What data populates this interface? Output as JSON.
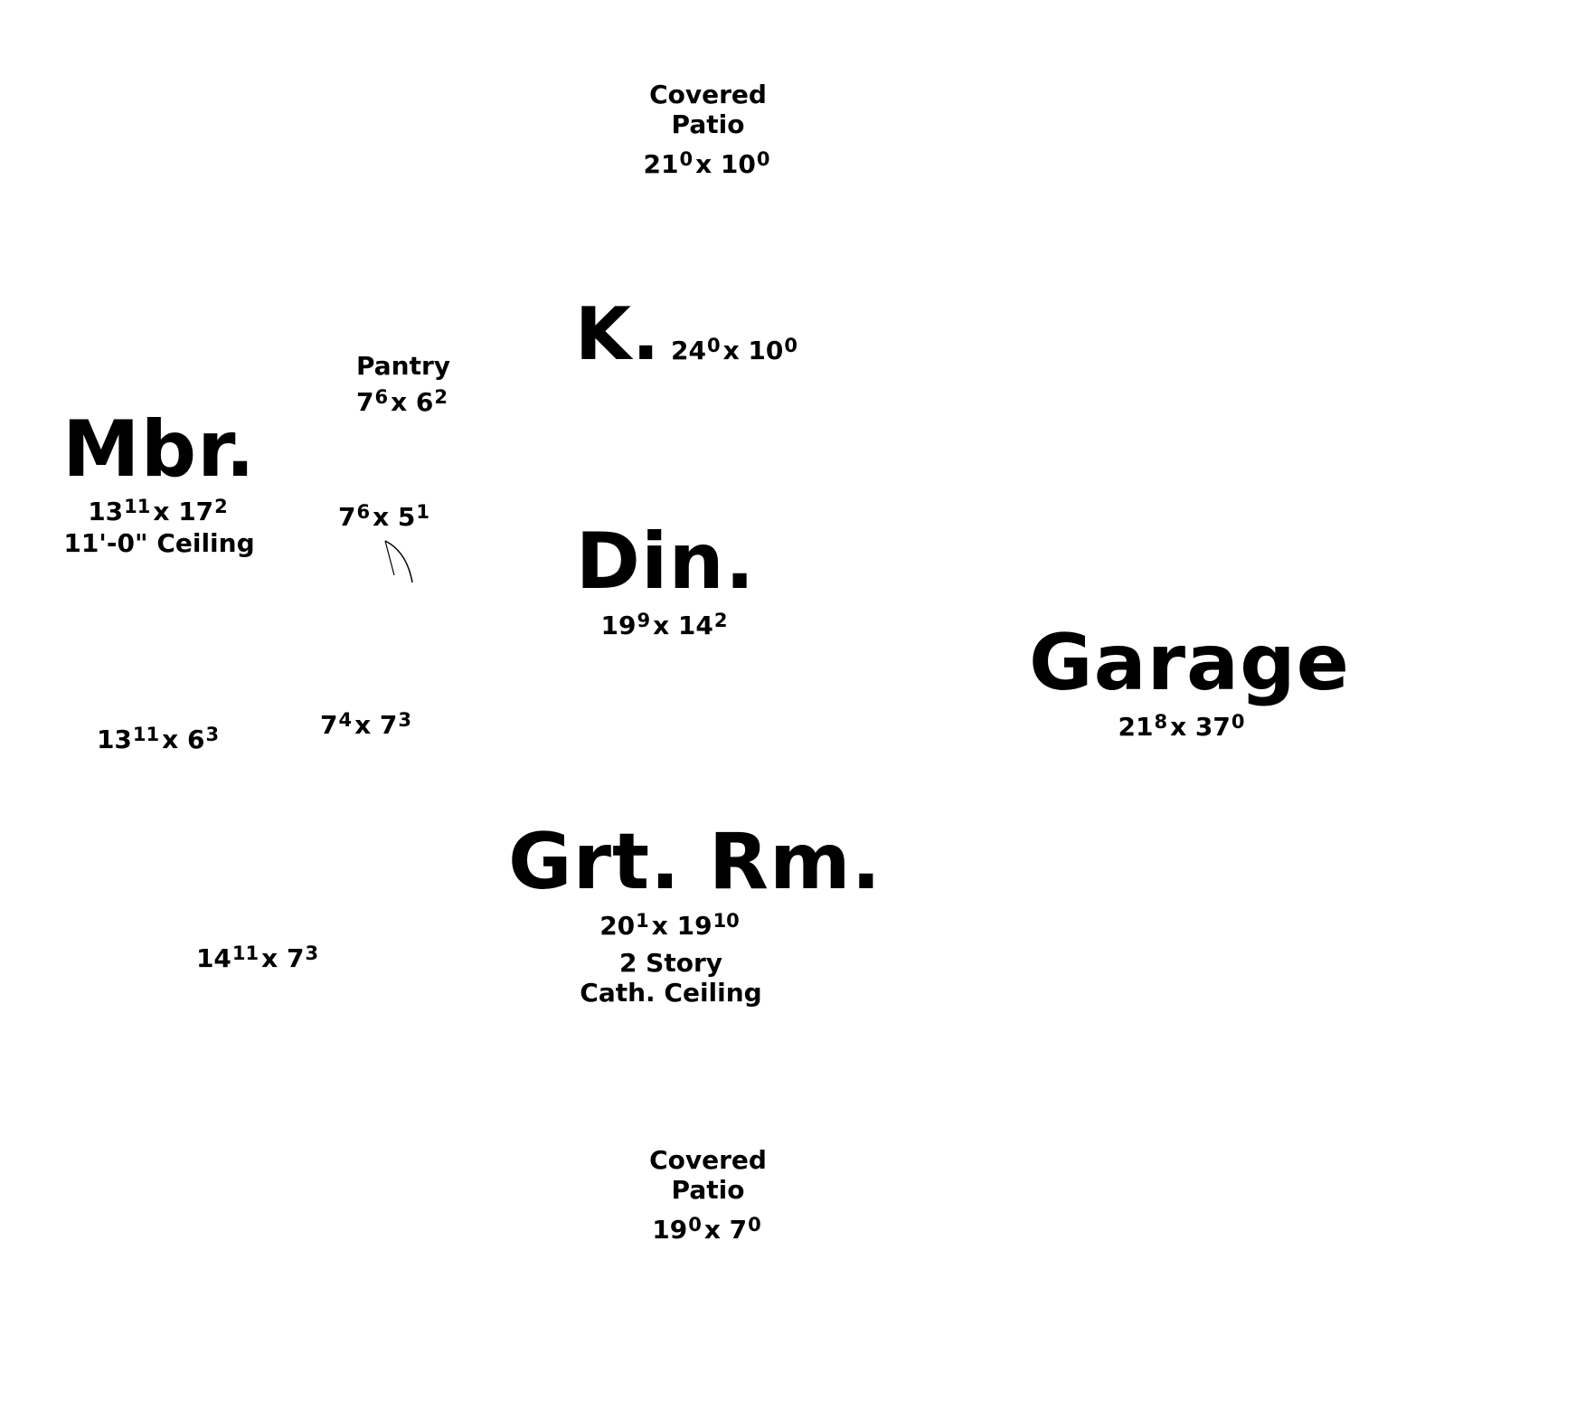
{
  "rooms": {
    "covered_patio_top": {
      "name_line1": "Covered",
      "name_line2": "Patio",
      "dim_a": "21",
      "dim_a_in": "0",
      "dim_b": "10",
      "dim_b_in": "0"
    },
    "kitchen": {
      "name": "K.",
      "dim_a": "24",
      "dim_a_in": "0",
      "dim_b": "10",
      "dim_b_in": "0"
    },
    "pantry": {
      "name": "Pantry",
      "dim_a": "7",
      "dim_a_in": "6",
      "dim_b": "6",
      "dim_b_in": "2"
    },
    "master_bedroom": {
      "name": "Mbr.",
      "dim_a": "13",
      "dim_a_in": "11",
      "dim_b": "17",
      "dim_b_in": "2",
      "note": "11'-0\" Ceiling"
    },
    "closet_small": {
      "dim_a": "7",
      "dim_a_in": "6",
      "dim_b": "5",
      "dim_b_in": "1"
    },
    "dining": {
      "name": "Din.",
      "dim_a": "19",
      "dim_a_in": "9",
      "dim_b": "14",
      "dim_b_in": "2"
    },
    "garage": {
      "name": "Garage",
      "dim_a": "21",
      "dim_a_in": "8",
      "dim_b": "37",
      "dim_b_in": "0"
    },
    "master_bath": {
      "dim_a": "13",
      "dim_a_in": "11",
      "dim_b": "6",
      "dim_b_in": "3"
    },
    "closet_mid": {
      "dim_a": "7",
      "dim_a_in": "4",
      "dim_b": "7",
      "dim_b_in": "3"
    },
    "great_room": {
      "name": "Grt. Rm.",
      "dim_a": "20",
      "dim_a_in": "1",
      "dim_b": "19",
      "dim_b_in": "10",
      "note_line1": "2 Story",
      "note_line2": "Cath. Ceiling"
    },
    "room_lower_left": {
      "dim_a": "14",
      "dim_a_in": "11",
      "dim_b": "7",
      "dim_b_in": "3"
    },
    "covered_patio_bottom": {
      "name_line1": "Covered",
      "name_line2": "Patio",
      "dim_a": "19",
      "dim_a_in": "0",
      "dim_b": "7",
      "dim_b_in": "0"
    }
  }
}
